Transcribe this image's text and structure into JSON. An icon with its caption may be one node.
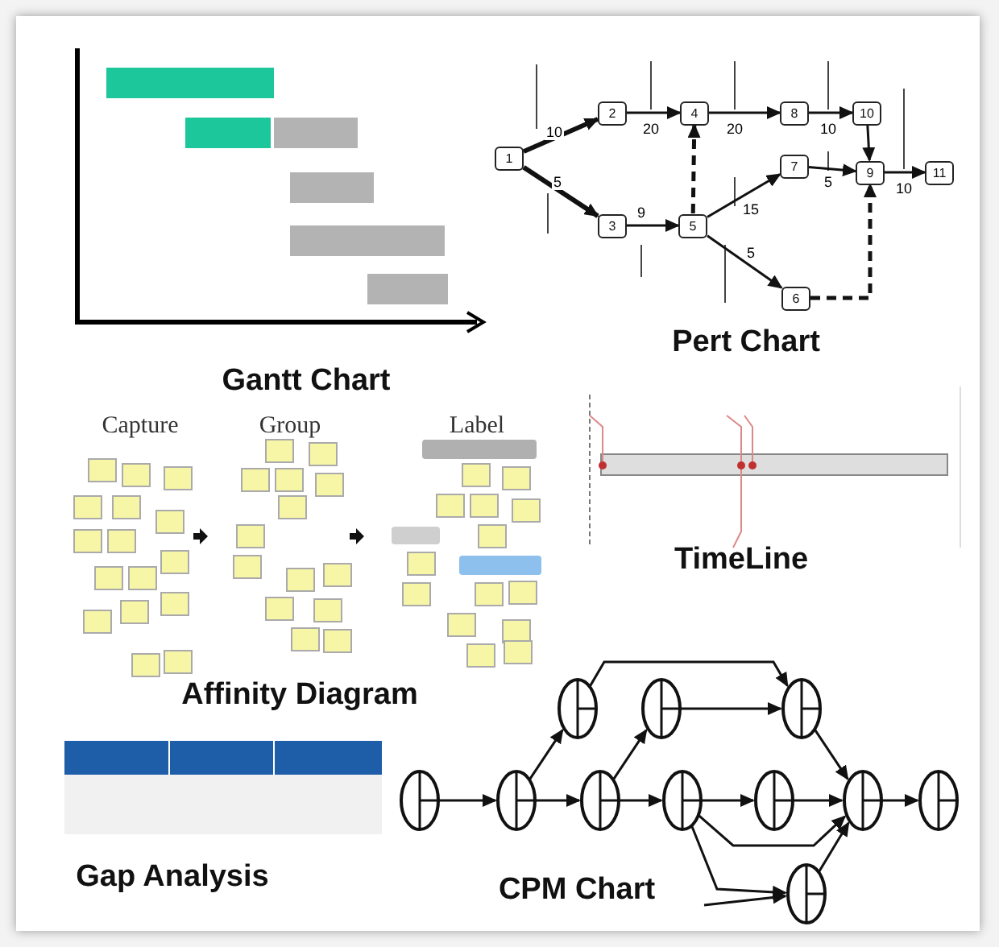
{
  "diagram": {
    "nodes": [
      {
        "text": [
          "1"
        ]
      },
      {
        "text": [
          "2"
        ]
      },
      {
        "text": [
          "3"
        ]
      },
      {
        "text": [
          "4"
        ]
      },
      {
        "text": [
          "5"
        ]
      },
      {
        "text": [
          "6"
        ]
      },
      {
        "text": [
          "7"
        ]
      },
      {
        "text": [
          "8"
        ]
      },
      {
        "text": [
          "9"
        ]
      },
      {
        "text": [
          "10"
        ]
      },
      {
        "text": [
          "11"
        ]
      },
      {
        "text": [],
        "shape": "ellipse"
      },
      {
        "text": [],
        "shape": "ellipse"
      },
      {
        "text": [],
        "shape": "ellipse"
      },
      {
        "text": [],
        "shape": "ellipse"
      },
      {
        "text": [],
        "shape": "ellipse"
      },
      {
        "text": [],
        "shape": "ellipse"
      },
      {
        "text": [],
        "shape": "ellipse"
      },
      {
        "text": [],
        "shape": "ellipse"
      },
      {
        "text": [],
        "shape": "ellipse"
      },
      {
        "text": [],
        "shape": "ellipse"
      },
      {
        "text": [],
        "shape": "ellipse"
      }
    ],
    "edges": [
      {
        "from": 0,
        "to": 1,
        "arrow": "to",
        "label": "10",
        "style": "thick"
      },
      {
        "from": 0,
        "to": 2,
        "arrow": "to",
        "label": "5",
        "style": "thick"
      },
      {
        "from": 1,
        "to": 3,
        "arrow": "to",
        "label": "20"
      },
      {
        "from": 3,
        "to": 7,
        "arrow": "to",
        "label": "20"
      },
      {
        "from": 7,
        "to": 9,
        "arrow": "to",
        "label": "10"
      },
      {
        "from": 9,
        "to": 8,
        "arrow": "to"
      },
      {
        "from": 8,
        "to": 10,
        "arrow": "to",
        "label": "10"
      },
      {
        "from": 2,
        "to": 4,
        "arrow": "to",
        "label": "9"
      },
      {
        "from": 4,
        "to": 3,
        "arrow": "to",
        "style": "dashed"
      },
      {
        "from": 4,
        "to": 6,
        "arrow": "to",
        "label": "15"
      },
      {
        "from": 6,
        "to": 8,
        "arrow": "to",
        "label": "5"
      },
      {
        "from": 4,
        "to": 5,
        "arrow": "to",
        "label": "5"
      },
      {
        "from": 5,
        "to": 8,
        "arrow": "to",
        "style": "dashed"
      },
      {
        "from": 14,
        "to": 15,
        "arrow": "to"
      },
      {
        "from": 15,
        "to": 16,
        "arrow": "to"
      },
      {
        "from": 16,
        "to": 17,
        "arrow": "to"
      },
      {
        "from": 17,
        "to": 18,
        "arrow": "to"
      },
      {
        "from": 18,
        "to": 19,
        "arrow": "to"
      },
      {
        "from": 19,
        "to": 20,
        "arrow": "to"
      },
      {
        "from": 15,
        "to": 11,
        "arrow": "to"
      },
      {
        "from": 16,
        "to": 12,
        "arrow": "to"
      },
      {
        "from": 11,
        "to": 13,
        "arrow": "to"
      },
      {
        "from": 12,
        "to": 13,
        "arrow": "to"
      },
      {
        "from": 13,
        "to": 19,
        "arrow": "to"
      },
      {
        "from": 17,
        "to": 19,
        "arrow": "to"
      },
      {
        "from": 17,
        "to": 21,
        "arrow": "to"
      },
      {
        "from": null,
        "to": 21,
        "arrow": "to"
      },
      {
        "from": 21,
        "to": 19,
        "arrow": "to"
      }
    ],
    "labels": [
      "Pert Chart",
      "Gantt Chart",
      "Capture",
      "Group",
      "Label",
      "TimeLine",
      "Affinity Diagram",
      "Gap Analysis",
      "CPM Chart"
    ]
  }
}
